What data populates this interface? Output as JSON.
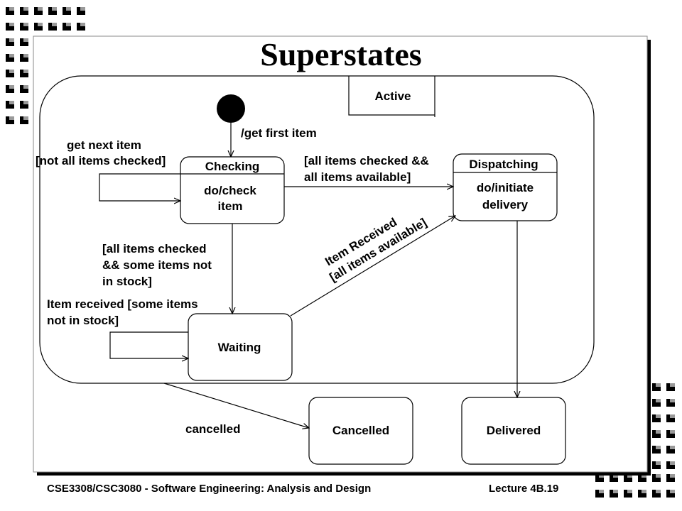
{
  "slide": {
    "title": "Superstates",
    "footer_left": "CSE3308/CSC3080 - Software Engineering: Analysis and Design",
    "footer_right": "Lecture 4B.19"
  },
  "superstate": {
    "name": "Active"
  },
  "states": {
    "checking": {
      "name": "Checking",
      "activity_line1": "do/check",
      "activity_line2": "item"
    },
    "dispatching": {
      "name": "Dispatching",
      "activity_line1": "do/initiate",
      "activity_line2": "delivery"
    },
    "waiting": {
      "name": "Waiting"
    },
    "cancelled": {
      "name": "Cancelled"
    },
    "delivered": {
      "name": "Delivered"
    }
  },
  "transitions": {
    "initial": "/get first item",
    "self_checking_line1": "get next item",
    "self_checking_line2": "[not all items checked]",
    "to_dispatching_line1": "[all items checked &&",
    "to_dispatching_line2": "all items available]",
    "to_waiting_line1": "[all items checked",
    "to_waiting_line2": "&& some items not",
    "to_waiting_line3": "in stock]",
    "self_waiting_line1": "Item received [some items",
    "self_waiting_line2": "not in stock]",
    "waiting_to_dispatching_line1": "Item Received",
    "waiting_to_dispatching_line2": "[all items available]",
    "cancel": "cancelled"
  }
}
